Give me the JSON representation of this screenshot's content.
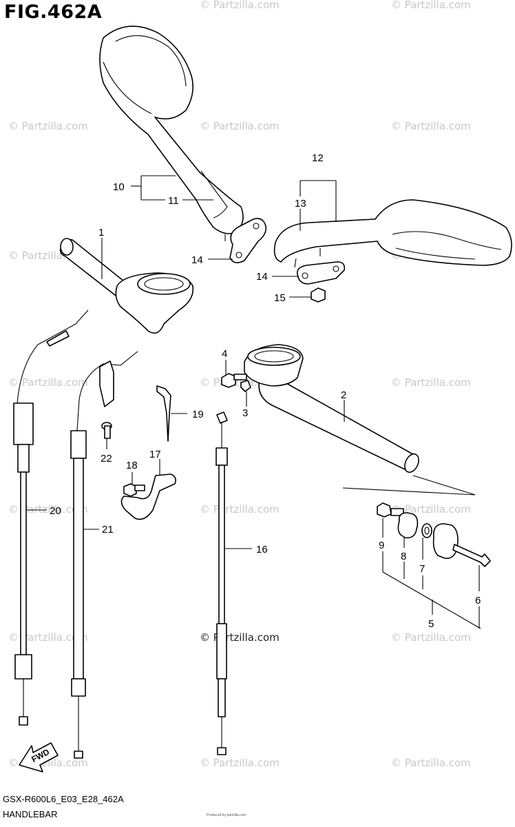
{
  "figure_title": "FIG.462A",
  "footer": {
    "model_code": "GSX-R600L6_E03_E28_462A",
    "section_name": "HANDLEBAR",
    "tiny_text": "Produced by partzilla.com"
  },
  "watermark": "© Partzilla.com",
  "fwd_label": "FWD",
  "callouts": [
    {
      "id": "c1",
      "label": "1"
    },
    {
      "id": "c2",
      "label": "2"
    },
    {
      "id": "c3",
      "label": "3"
    },
    {
      "id": "c4",
      "label": "4"
    },
    {
      "id": "c5",
      "label": "5"
    },
    {
      "id": "c6",
      "label": "6"
    },
    {
      "id": "c7",
      "label": "7"
    },
    {
      "id": "c8",
      "label": "8"
    },
    {
      "id": "c9",
      "label": "9"
    },
    {
      "id": "c10",
      "label": "10"
    },
    {
      "id": "c11",
      "label": "11"
    },
    {
      "id": "c12",
      "label": "12"
    },
    {
      "id": "c13",
      "label": "13"
    },
    {
      "id": "c14a",
      "label": "14"
    },
    {
      "id": "c14b",
      "label": "14"
    },
    {
      "id": "c15",
      "label": "15"
    },
    {
      "id": "c16",
      "label": "16"
    },
    {
      "id": "c17",
      "label": "17"
    },
    {
      "id": "c18",
      "label": "18"
    },
    {
      "id": "c19",
      "label": "19"
    },
    {
      "id": "c20",
      "label": "20"
    },
    {
      "id": "c21",
      "label": "21"
    },
    {
      "id": "c22",
      "label": "22"
    }
  ]
}
